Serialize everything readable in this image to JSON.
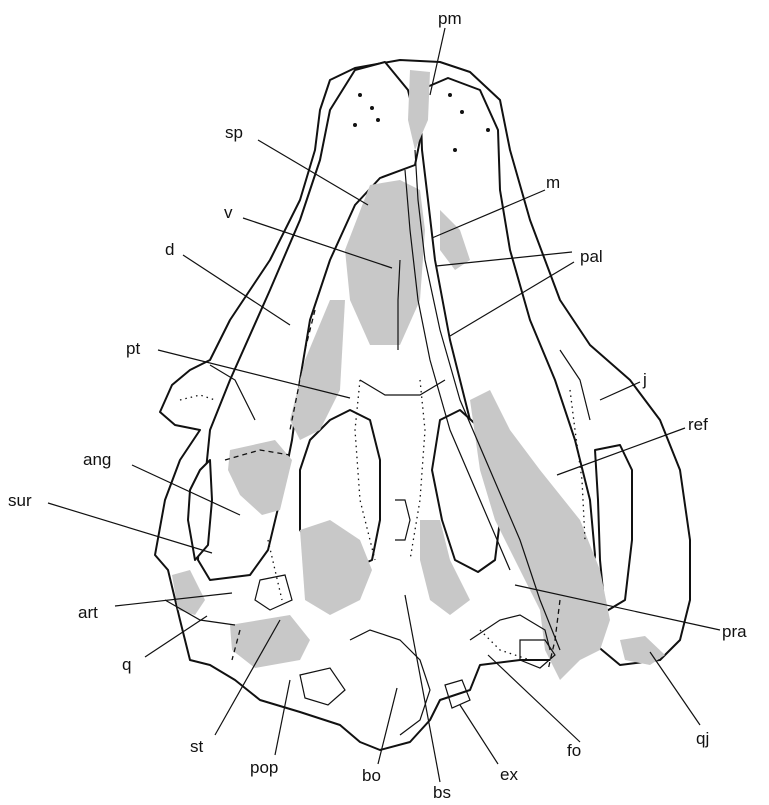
{
  "figure": {
    "labels": {
      "pm": "pm",
      "sp": "sp",
      "m": "m",
      "v": "v",
      "d": "d",
      "pal": "pal",
      "pt": "pt",
      "j": "j",
      "ref": "ref",
      "ang": "ang",
      "sur": "sur",
      "art": "art",
      "pra": "pra",
      "q": "q",
      "qj": "qj",
      "fo": "fo",
      "st": "st",
      "pop": "pop",
      "bo": "bo",
      "bs": "bs",
      "ex": "ex"
    },
    "colors": {
      "line": "#111111",
      "bone_shade": "#c8c8c8",
      "background": "#ffffff"
    }
  }
}
